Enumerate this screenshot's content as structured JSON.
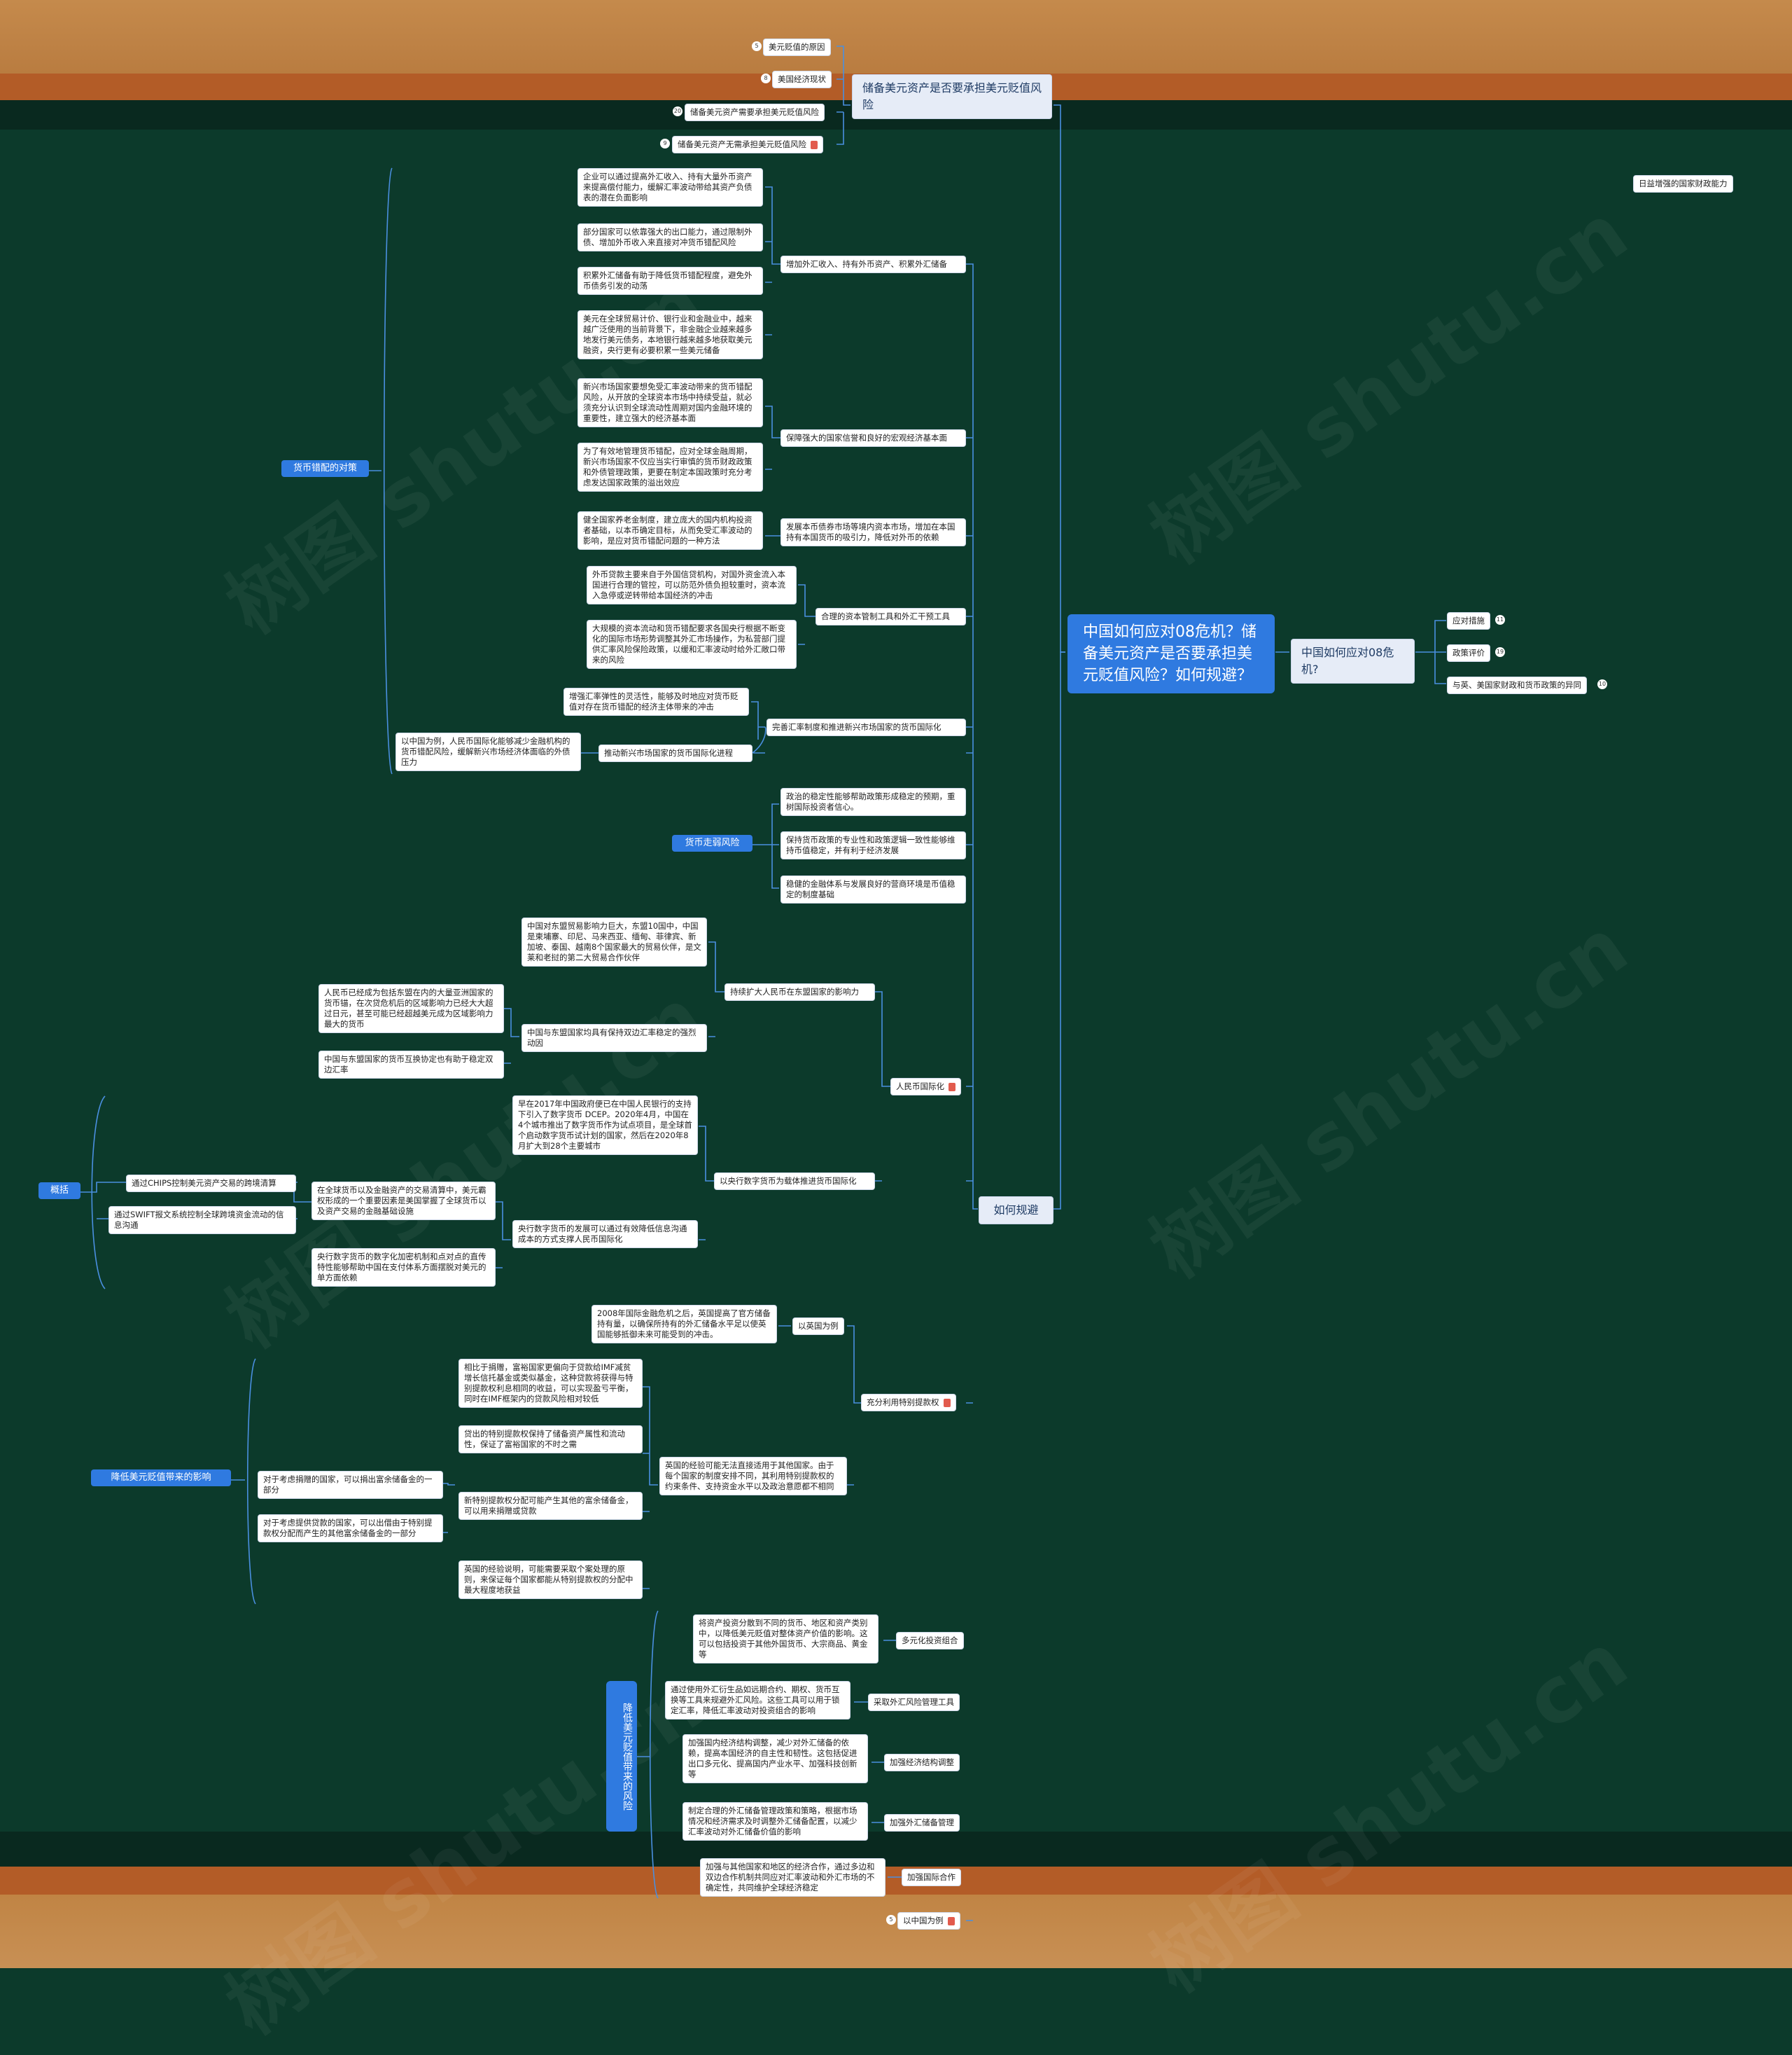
{
  "root": "中国如何应对08危机？储备美元资产是否要承担美元贬值风险？如何规避？",
  "top_branch": {
    "title": "储备美元资产是否要承担美元贬值风险",
    "children": [
      "美元贬值的原因",
      "美国经济现状",
      "储备美元资产需要承担美元贬值风险",
      "储备美元资产无需承担美元贬值风险"
    ],
    "counts": [
      "5",
      "8",
      "20",
      "9"
    ]
  },
  "right_branch": {
    "title": "中国如何应对08危机?",
    "children": [
      "应对措施",
      "政策评价",
      "与英、美国家财政和货币政策的异同"
    ],
    "counts": [
      "11",
      "19",
      "10"
    ]
  },
  "floating": "日益增强的国家财政能力",
  "avoid": {
    "title": "如何规避",
    "mismatch": {
      "title": "货币错配的对策",
      "groups": [
        {
          "label": "增加外汇收入、持有外币资产、积累外汇储备",
          "items": [
            "企业可以通过提高外汇收入、持有大量外币资产来提高偿付能力，缓解汇率波动带给其资产负债表的潜在负面影响",
            "部分国家可以依靠强大的出口能力，通过限制外债、增加外币收入来直接对冲货币错配风险",
            "积累外汇储备有助于降低货币错配程度，避免外币债务引发的动荡",
            "美元在全球贸易计价、银行业和金融业中，越来越广泛使用的当前背景下，非金融企业越来越多地发行美元债务，本地银行越来越多地获取美元融资，央行更有必要积累一些美元储备"
          ]
        },
        {
          "label": "保障强大的国家信誉和良好的宏观经济基本面",
          "items": [
            "新兴市场国家要想免受汇率波动带来的货币错配风险，从开放的全球资本市场中持续受益，就必须充分认识到全球流动性周期对国内金融环境的重要性，建立强大的经济基本面",
            "为了有效地管理货币错配，应对全球金融周期，新兴市场国家不仅应当实行审慎的货币财政政策和外债管理政策，更要在制定本国政策时充分考虑发达国家政策的溢出效应"
          ]
        },
        {
          "label": "发展本币债券市场等境内资本市场，增加在本国持有本国货币的吸引力，降低对外币的依赖",
          "items": [
            "健全国家养老金制度，建立庞大的国内机构投资者基础，以本币确定目标，从而免受汇率波动的影响，是应对货币错配问题的一种方法"
          ]
        },
        {
          "label": "合理的资本管制工具和外汇干预工具",
          "items": [
            "外币贷款主要来自于外国信贷机构，对国外资金流入本国进行合理的管控，可以防范外债负担较重时，资本流入急停或逆转带给本国经济的冲击",
            "大规模的资本流动和货币错配要求各国央行根据不断变化的国际市场形势调整其外汇市场操作，为私营部门提供汇率风险保险政策，以缓和汇率波动时给外汇敞口带来的风险"
          ]
        },
        {
          "label": "完善汇率制度和推进新兴市场国家的货币国际化",
          "items": [
            "增强汇率弹性的灵活性，能够及时地应对货币贬值对存在货币错配的经济主体带来的冲击"
          ]
        },
        {
          "label": "推动新兴市场国家的货币国际化进程",
          "items": [
            "以中国为例，人民币国际化能够减少金融机构的货币错配风险，缓解新兴市场经济体面临的外债压力"
          ]
        }
      ]
    },
    "weakening": {
      "title": "货币走弱风险",
      "items": [
        "政治的稳定性能够帮助政策形成稳定的预期，重树国际投资者信心。",
        "保持货币政策的专业性和政策逻辑一致性能够维持币值稳定，并有利于经济发展",
        "稳健的金融体系与发展良好的营商环境是币值稳定的制度基础"
      ]
    },
    "rmb": {
      "title": "人民币国际化",
      "asean": {
        "label": "持续扩大人民币在东盟国家的影响力",
        "a": "中国对东盟贸易影响力巨大，东盟10国中，中国是柬埔寨、印尼、马来西亚、缅甸、菲律宾、新加坡、泰国、越南8个国家最大的贸易伙伴，是文莱和老挝的第二大贸易合作伙伴",
        "b": "中国与东盟国家均具有保持双边汇率稳定的强烈动因",
        "b1": "人民币已经成为包括东盟在内的大量亚洲国家的货币锚，在次贷危机后的区域影响力已经大大超过日元，甚至可能已经超越美元成为区域影响力最大的货币",
        "b2": "中国与东盟国家的货币互换协定也有助于稳定双边汇率"
      },
      "digital": {
        "label": "以央行数字货币为载体推进货币国际化",
        "a": "早在2017年中国政府便已在中国人民银行的支持下引入了数字货币 DCEP。2020年4月，中国在4个城市推出了数字货币作为试点项目，是全球首个启动数字货币试计划的国家，然后在2020年8月扩大到28个主要城市",
        "b": "央行数字货币的发展可以通过有效降低信息沟通成本的方式支撑人民币国际化",
        "b1": "在全球货币以及金融资产的交易清算中，美元霸权形成的一个重要因素是美国掌握了全球货币以及资产交易的金融基础设施",
        "b2": "央行数字货币的数字化加密机制和点对点的直传特性能够帮助中国在支付体系方面摆脱对美元的单方面依赖",
        "g1": "通过CHIPS控制美元资产交易的跨境清算",
        "g2": "通过SWIFT报文系统控制全球跨境资金流动的信息沟通"
      }
    },
    "overview": "概括",
    "sdr": {
      "title": "充分利用特别提款权",
      "uk_label": "以英国为例",
      "uk_text": "2008年国际金融危机之后，英国提高了官方储备持有量，以确保所持有的外汇储备水平足以使英国能够抵御未来可能受到的冲击。",
      "experience": "英国的经验可能无法直接适用于其他国家。由于每个国家的制度安排不同，其利用特别提款权的约束条件、支持资金水平以及政治意愿都不相同",
      "a": "相比于捐赠，富裕国家更偏向于贷款给IMF减贫增长信托基金或类似基金，这种贷款将获得与特别提款权利息相同的收益，可以实现盈亏平衡，同时在IMF框架内的贷款风险相对较低",
      "b": "贷出的特别提款权保持了储备资产属性和流动性，保证了富裕国家的不时之需",
      "c": "新特别提款权分配可能产生其他的富余储备金，可以用来捐赠或贷款",
      "d": "英国的经验说明，可能需要采取个案处理的原则，来保证每个国家都能从特别提款权的分配中最大程度地获益",
      "e": "对于考虑捐赠的国家，可以捐出富余储备金的一部分",
      "f": "对于考虑提供贷款的国家，可以出借由于特别提款权分配而产生的其他富余储备金的一部分",
      "left_title": "降低美元贬值带来的影响"
    },
    "risk": {
      "title": "降低美元贬值带来的风险",
      "groups": [
        {
          "label": "多元化投资组合",
          "text": "将资产投资分散到不同的货币、地区和资产类别中，以降低美元贬值对整体资产价值的影响。这可以包括投资于其他外国货币、大宗商品、黄金等"
        },
        {
          "label": "采取外汇风险管理工具",
          "text": "通过使用外汇衍生品如远期合约、期权、货币互换等工具来规避外汇风险。这些工具可以用于锁定汇率，降低汇率波动对投资组合的影响"
        },
        {
          "label": "加强经济结构调整",
          "text": "加强国内经济结构调整，减少对外汇储备的依赖，提高本国经济的自主性和韧性。这包括促进出口多元化、提高国内产业水平、加强科技创新等"
        },
        {
          "label": "加强外汇储备管理",
          "text": "制定合理的外汇储备管理政策和策略，根据市场情况和经济需求及时调整外汇储备配置，以减少汇率波动对外汇储备价值的影响"
        },
        {
          "label": "加强国际合作",
          "text": "加强与其他国家和地区的经济合作，通过多边和双边合作机制共同应对汇率波动和外汇市场的不确定性，共同维护全球经济稳定"
        }
      ]
    },
    "china_example": "以中国为例",
    "china_count": "5"
  },
  "watermark": [
    "树图 shutu.cn",
    "树图 shutu.cn",
    "树图 shutu.cn",
    "树图 shutu.cn",
    "树图 shutu.cn",
    "树图 shutu.cn"
  ]
}
